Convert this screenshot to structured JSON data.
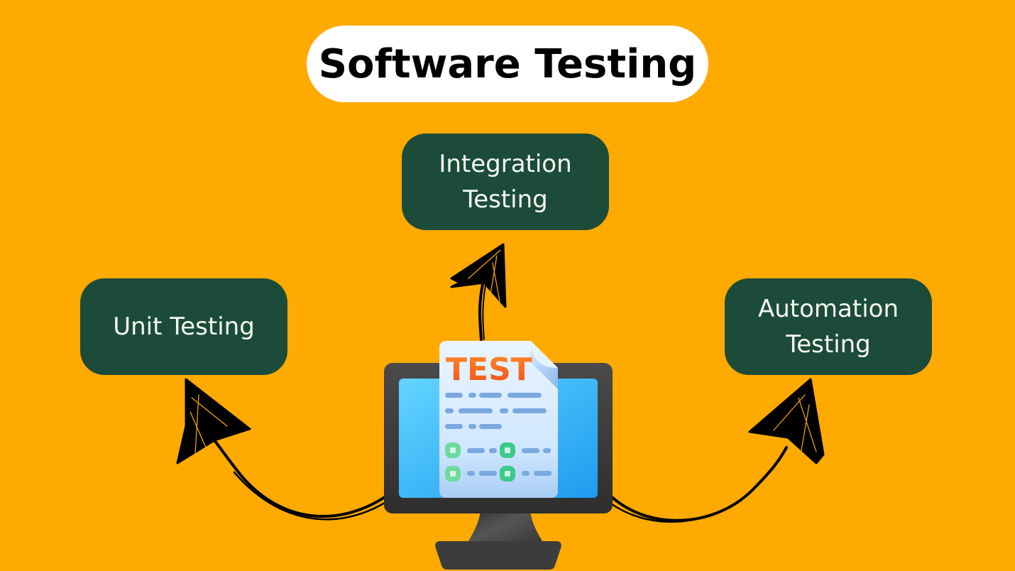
{
  "title": "Software Testing",
  "nodes": {
    "integration": {
      "label": "Integration\nTesting"
    },
    "unit": {
      "label": "Unit Testing"
    },
    "automation": {
      "label": "Automation\nTesting"
    }
  },
  "illustration": {
    "document_label": "TEST",
    "icon": "computer-monitor-with-test-document"
  },
  "colors": {
    "background": "#FFAA00",
    "title_pill": "#FFFFFF",
    "node_fill": "#1D4B3A",
    "node_text": "#F4F8F2",
    "arrow": "#000000",
    "test_label_orange": "#F26A1B",
    "screen_blue": "#3BB6F5",
    "monitor_dark": "#3A3A3A",
    "check_green": "#3CC98A"
  },
  "edges": [
    {
      "from": "monitor",
      "to": "integration",
      "style": "hand-drawn-arrow"
    },
    {
      "from": "monitor",
      "to": "unit",
      "style": "hand-drawn-arrow"
    },
    {
      "from": "monitor",
      "to": "automation",
      "style": "hand-drawn-arrow"
    }
  ]
}
